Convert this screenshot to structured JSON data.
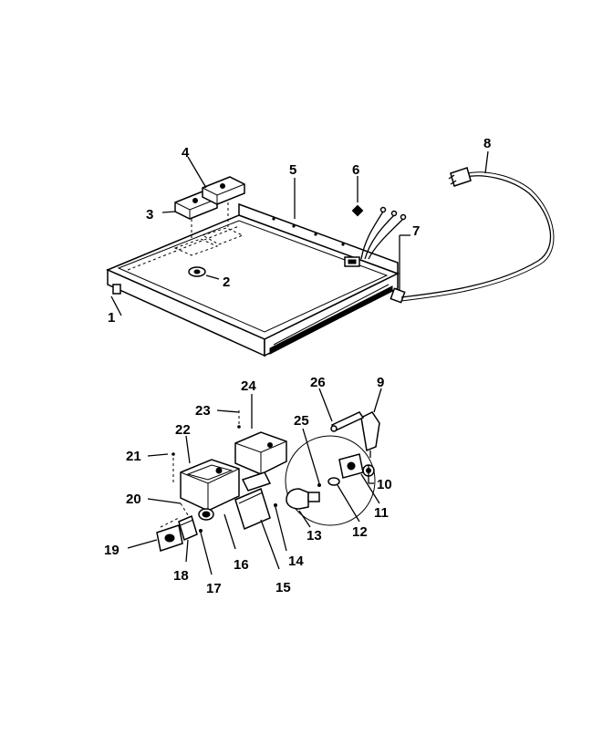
{
  "callouts": [
    {
      "id": "1",
      "text": "1"
    },
    {
      "id": "2",
      "text": "2"
    },
    {
      "id": "3",
      "text": "3"
    },
    {
      "id": "4",
      "text": "4"
    },
    {
      "id": "5",
      "text": "5"
    },
    {
      "id": "6",
      "text": "6"
    },
    {
      "id": "7",
      "text": "7"
    },
    {
      "id": "8",
      "text": "8"
    },
    {
      "id": "9",
      "text": "9"
    },
    {
      "id": "10",
      "text": "10"
    },
    {
      "id": "11",
      "text": "11"
    },
    {
      "id": "12",
      "text": "12"
    },
    {
      "id": "13",
      "text": "13"
    },
    {
      "id": "14",
      "text": "14"
    },
    {
      "id": "15",
      "text": "15"
    },
    {
      "id": "16",
      "text": "16"
    },
    {
      "id": "17",
      "text": "17"
    },
    {
      "id": "18",
      "text": "18"
    },
    {
      "id": "19",
      "text": "19"
    },
    {
      "id": "20",
      "text": "20"
    },
    {
      "id": "21",
      "text": "21"
    },
    {
      "id": "22",
      "text": "22"
    },
    {
      "id": "23",
      "text": "23"
    },
    {
      "id": "24",
      "text": "24"
    },
    {
      "id": "25",
      "text": "25"
    },
    {
      "id": "26",
      "text": "26"
    }
  ]
}
